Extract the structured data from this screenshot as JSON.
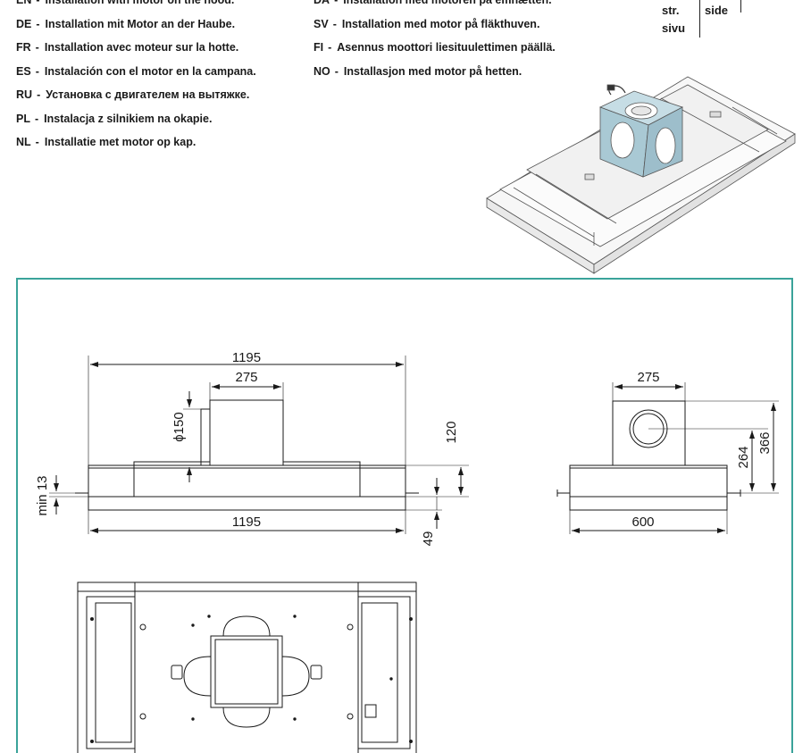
{
  "languages_left": [
    {
      "code": "EN",
      "text": "Installation with motor on the hood."
    },
    {
      "code": "DE",
      "text": "Installation mit Motor an der Haube."
    },
    {
      "code": "FR",
      "text": "Installation avec moteur sur la hotte."
    },
    {
      "code": "ES",
      "text": "Instalación con el motor en la campana."
    },
    {
      "code": "RU",
      "text": "Установка с двигателем на вытяжке."
    },
    {
      "code": "PL",
      "text": "Instalacja z silnikiem na okapie."
    },
    {
      "code": "NL",
      "text": "Installatie met motor op kap."
    }
  ],
  "languages_right": [
    {
      "code": "DA",
      "text": "Installation med motoren på emhætten."
    },
    {
      "code": "SV",
      "text": "Installation med motor på fläkthuven."
    },
    {
      "code": "FI",
      "text": "Asennus moottori liesituulettimen päällä."
    },
    {
      "code": "NO",
      "text": "Installasjon med motor på hetten."
    }
  ],
  "page_ref": {
    "left": [
      "str.",
      "sivu"
    ],
    "right": "side"
  },
  "dimensions": {
    "width_top": "1195",
    "motor_width": "275",
    "duct_diameter": "ϕ150",
    "min_gap": "min 13",
    "width_bottom": "1195",
    "height_motor": "120",
    "height_body": "49",
    "side_motor_width": "275",
    "side_depth": "600",
    "side_axis_height": "264",
    "side_total_height": "366"
  },
  "colors": {
    "frame": "#3aa39a",
    "motor_fill": "#a9c9d4"
  }
}
